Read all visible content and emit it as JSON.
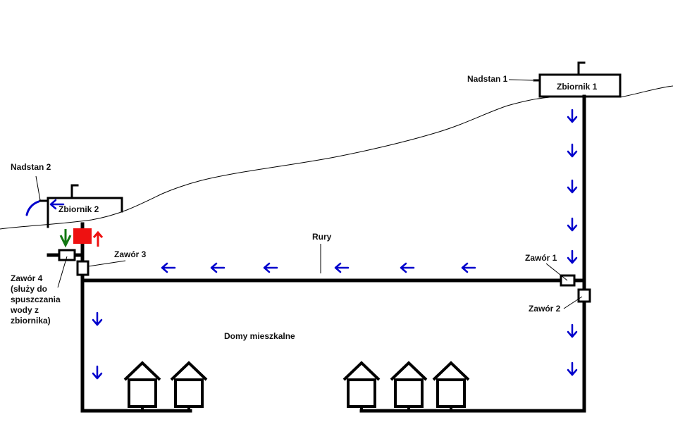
{
  "labels": {
    "nadstan1": "Nadstan 1",
    "zbiornik1": "Zbiornik 1",
    "nadstan2": "Nadstan 2",
    "zbiornik2": "Zbiornik 2",
    "rury": "Rury",
    "zawor1": "Zawór 1",
    "zawor2": "Zawór 2",
    "zawor3": "Zawór 3",
    "zawor4_lines": [
      "Zawór 4",
      "(służy do",
      "spuszczania",
      "wody z",
      "zbiornika)"
    ],
    "domy": "Domy mieszkalne"
  },
  "colors": {
    "flow_arrow": "#0000cc",
    "pump": "#ee1111",
    "up_arrow": "#ee1111",
    "down_arrow_green": "#117711"
  }
}
